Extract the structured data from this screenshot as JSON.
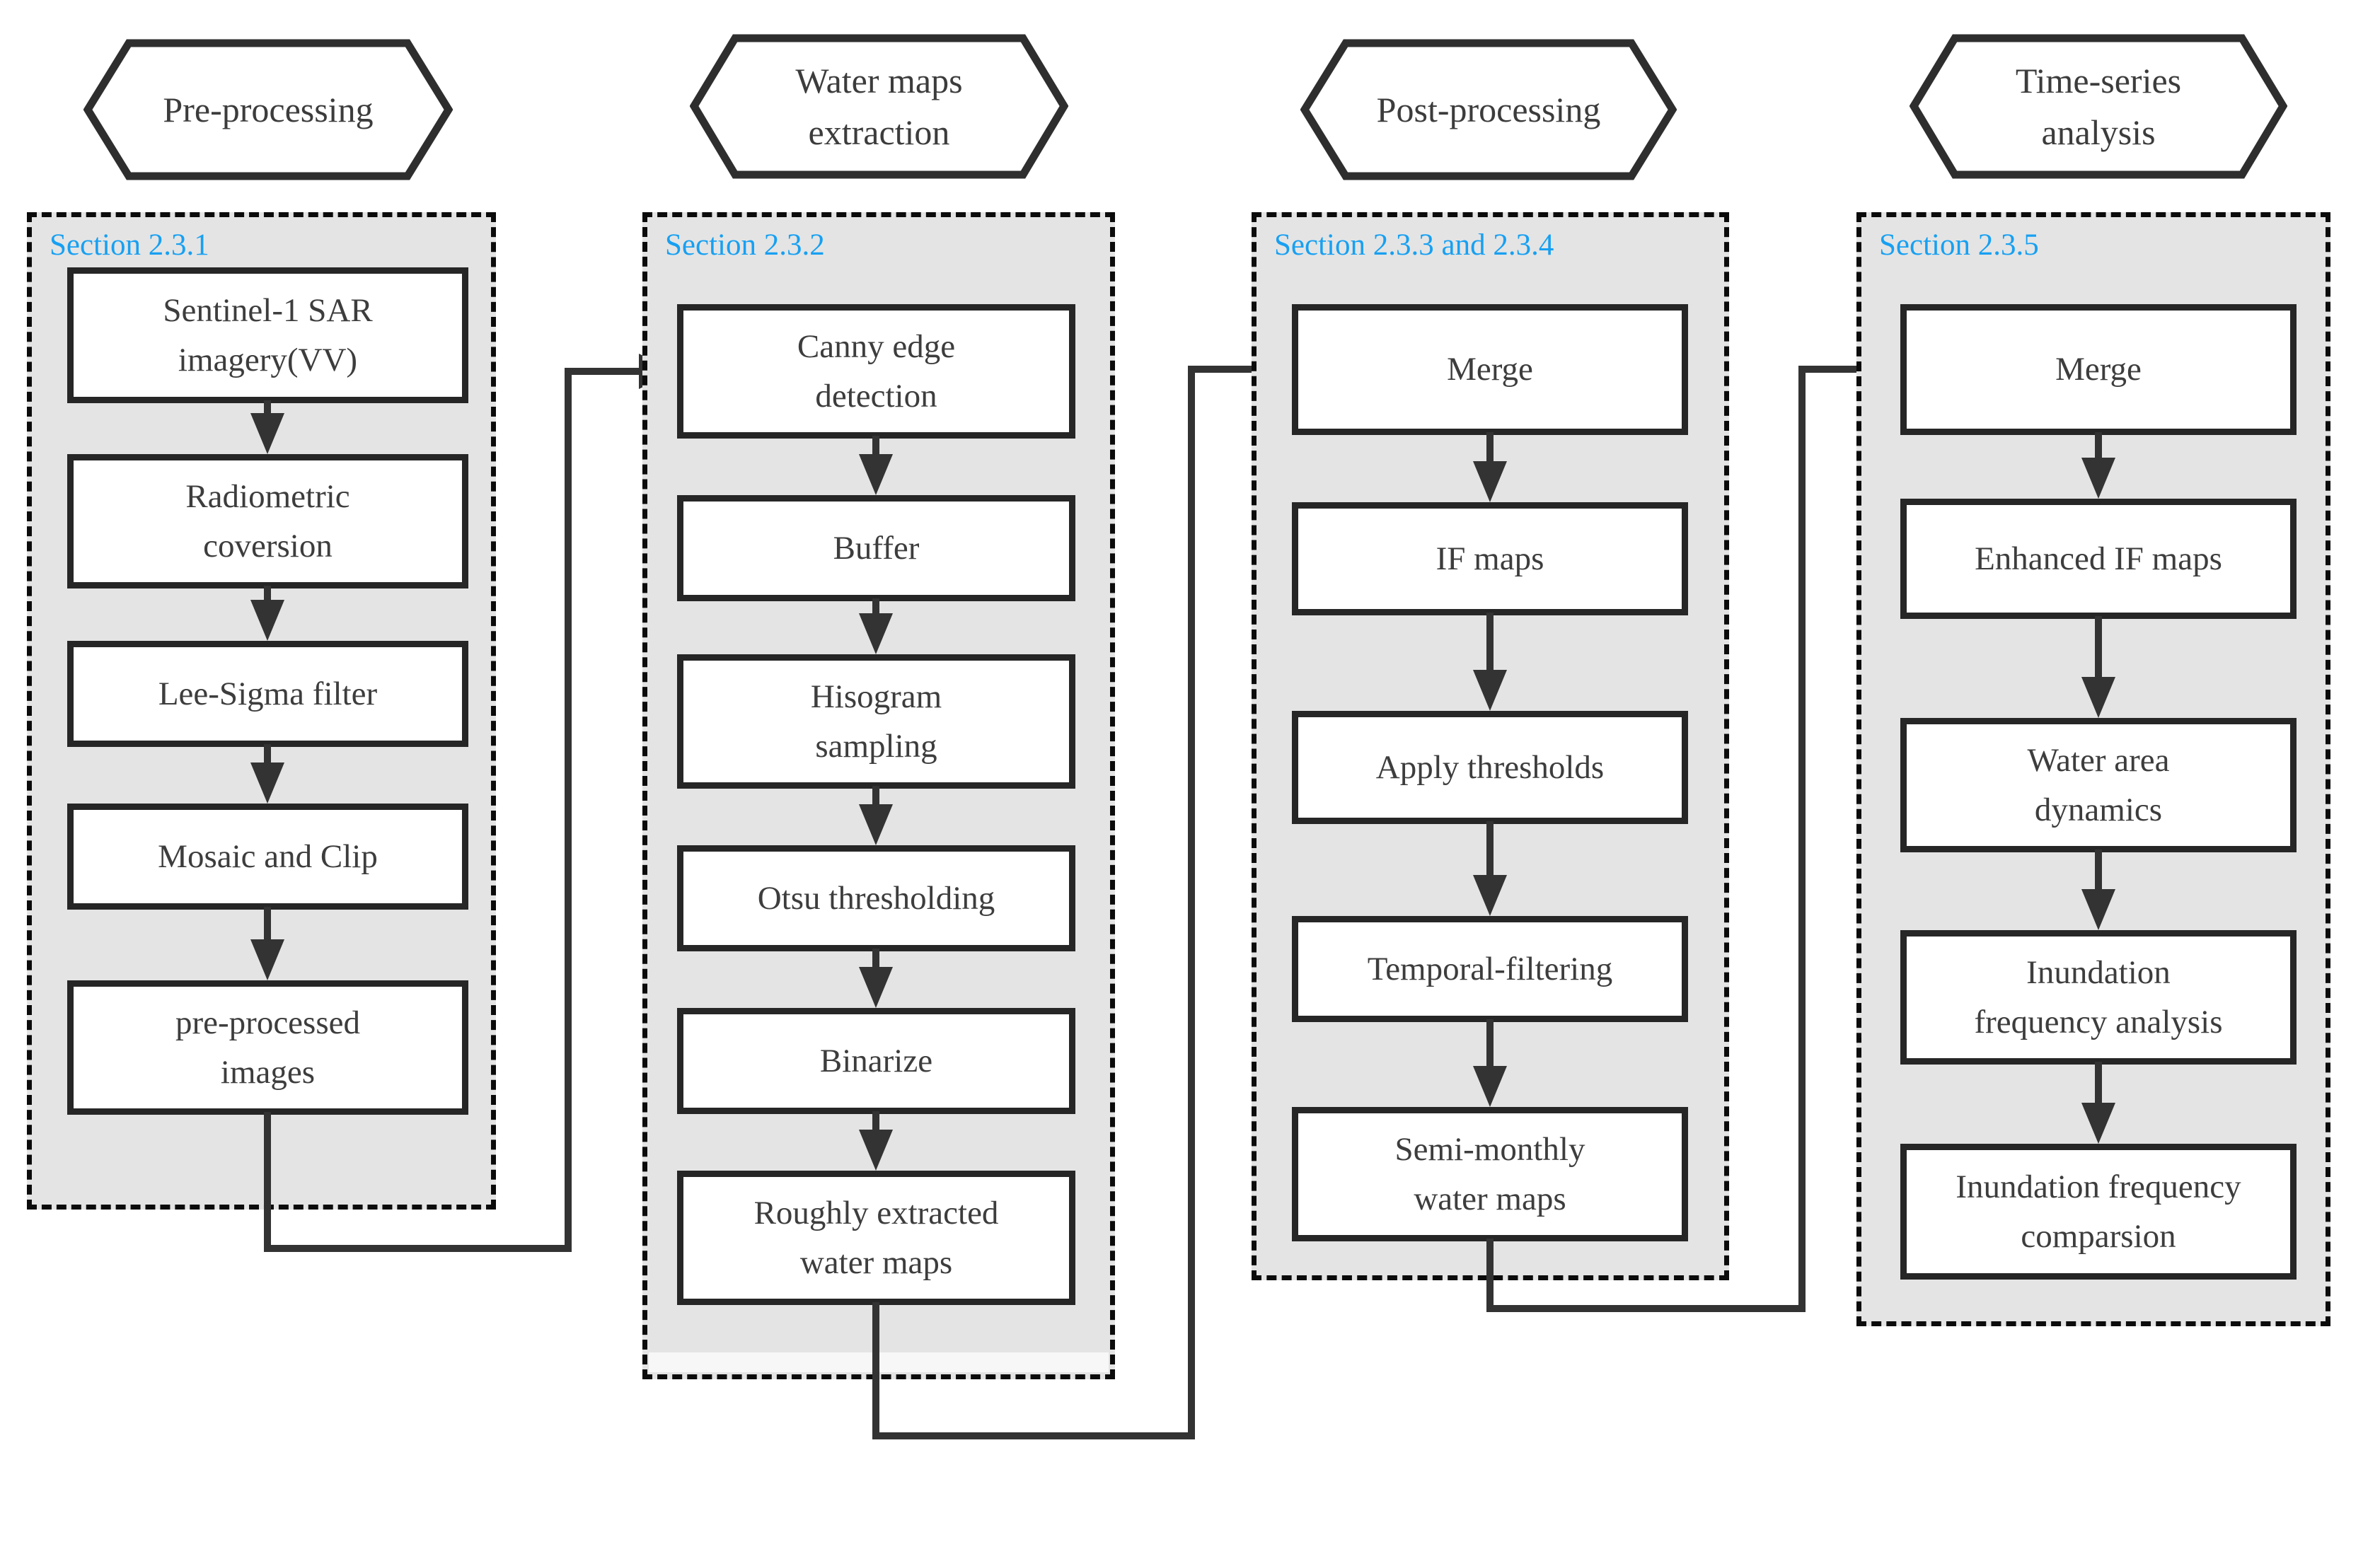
{
  "diagram": {
    "title_hint": "SAR water mapping workflow flowchart",
    "colors": {
      "section_label": "#17a0f2",
      "container_fill": "#e4e4e4",
      "box_border": "#262626",
      "line": "#333333",
      "text": "#3d3d3d"
    },
    "columns": [
      {
        "header": "Pre-processing",
        "section": "Section 2.3.1",
        "boxes": [
          "Sentinel-1 SAR\nimagery(VV)",
          "Radiometric\ncoversion",
          "Lee-Sigma filter",
          "Mosaic and Clip",
          "pre-processed\nimages"
        ]
      },
      {
        "header": "Water maps\nextraction",
        "section": "Section 2.3.2",
        "boxes": [
          "Canny edge\ndetection",
          "Buffer",
          "Hisogram\nsampling",
          "Otsu thresholding",
          "Binarize",
          "Roughly extracted\nwater maps"
        ]
      },
      {
        "header": "Post-processing",
        "section": "Section 2.3.3 and 2.3.4",
        "boxes": [
          "Merge",
          "IF maps",
          "Apply thresholds",
          "Temporal-filtering",
          "Semi-monthly\nwater maps"
        ]
      },
      {
        "header": "Time-series\nanalysis",
        "section": "Section 2.3.5",
        "boxes": [
          "Merge",
          "Enhanced IF maps",
          "Water area\ndynamics",
          "Inundation\nfrequency analysis",
          "Inundation frequency\ncomparsion"
        ]
      }
    ]
  }
}
